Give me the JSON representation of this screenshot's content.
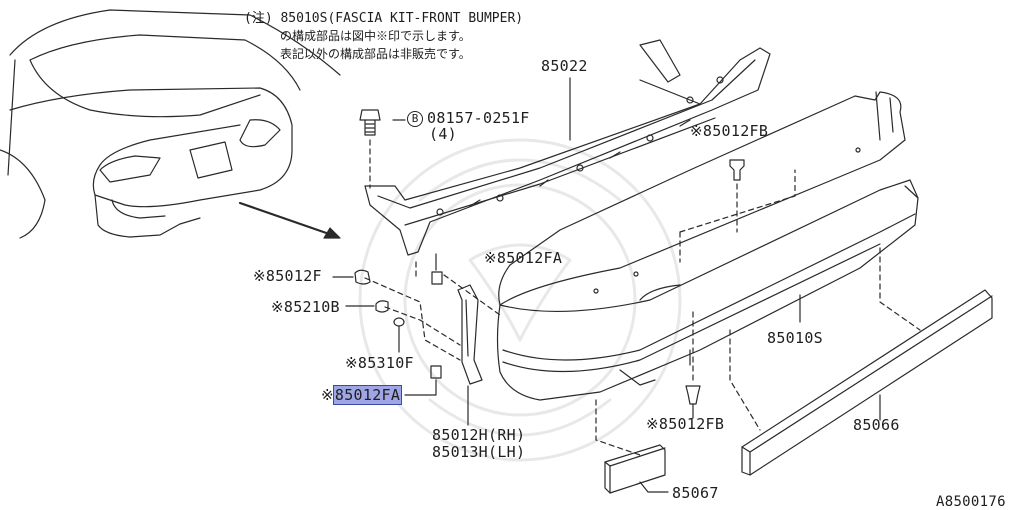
{
  "note": {
    "line1": "(注) 85010S(FASCIA KIT-FRONT BUMPER)",
    "line2": "の構成部品は図中※印で示します。",
    "line3": "表記以外の構成部品は非販売です。"
  },
  "parts": {
    "p85022": "85022",
    "bolt_circle": "B",
    "p08157": "08157-0251F",
    "p08157_qty": "(4)",
    "p85012FB_top": "※85012FB",
    "p85012FA_top": "※85012FA",
    "p85012F": "※85012F",
    "p85210B": "※85210B",
    "p85310F": "※85310F",
    "p85012FA_sel": "85012FA",
    "p85012FA_sel_mark": "※",
    "p85012H": "85012H(RH)",
    "p85013H": "85013H(LH)",
    "p85010S": "85010S",
    "p85012FB_bot": "※85012FB",
    "p85066": "85066",
    "p85067": "85067"
  },
  "diagram_id": "A8500176",
  "colors": {
    "line": "#2a2a2a",
    "highlight": "#9fa6e6",
    "highlight_border": "#3c45b0"
  }
}
